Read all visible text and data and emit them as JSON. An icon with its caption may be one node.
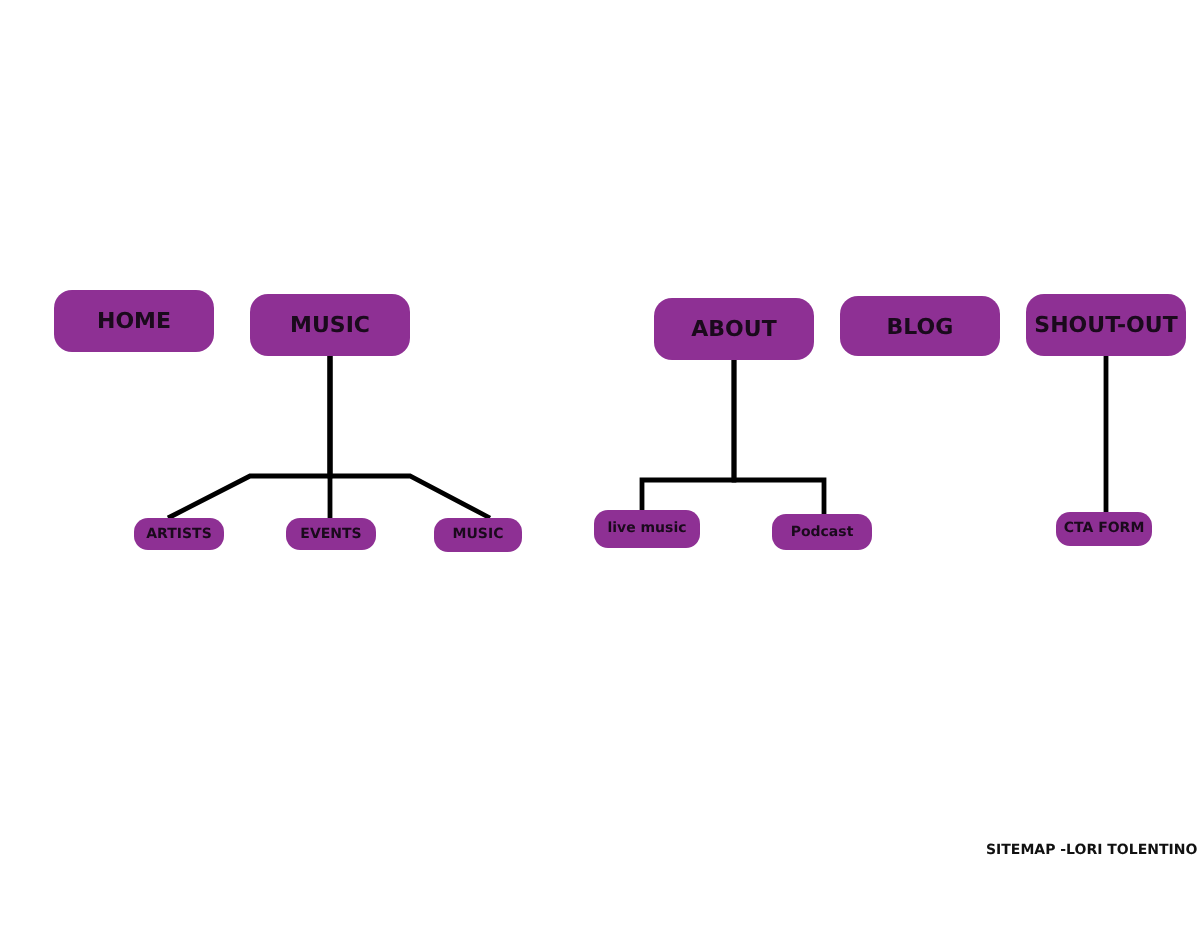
{
  "diagram": {
    "nodes": [
      {
        "text": [
          "HOME"
        ]
      },
      {
        "text": [
          "MUSIC"
        ]
      },
      {
        "text": [
          "ABOUT"
        ]
      },
      {
        "text": [
          "BLOG"
        ]
      },
      {
        "text": [
          "SHOUT-OUT"
        ]
      },
      {
        "text": [
          "ARTISTS"
        ]
      },
      {
        "text": [
          "EVENTS"
        ]
      },
      {
        "text": [
          "MUSIC"
        ]
      },
      {
        "text": [
          "live music"
        ]
      },
      {
        "text": [
          "Podcast"
        ]
      },
      {
        "text": [
          "CTA FORM"
        ]
      }
    ],
    "edges": [
      {
        "from": 1,
        "to": 5,
        "arrow": "none"
      },
      {
        "from": 1,
        "to": 6,
        "arrow": "none"
      },
      {
        "from": 1,
        "to": 7,
        "arrow": "none"
      },
      {
        "from": 2,
        "to": 8,
        "arrow": "none"
      },
      {
        "from": 2,
        "to": 9,
        "arrow": "none"
      },
      {
        "from": 4,
        "to": 10,
        "arrow": "none"
      }
    ],
    "labels": [
      "SITEMAP -LORI TOLENTINO"
    ]
  }
}
